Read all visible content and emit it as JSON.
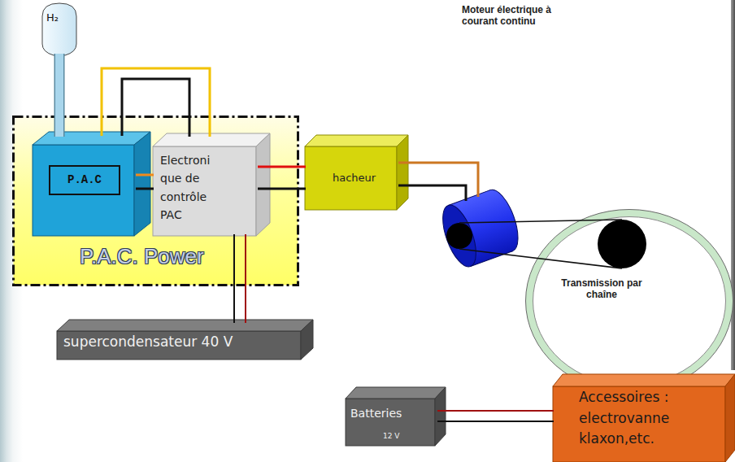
{
  "diagram": {
    "nodes": [
      {
        "text": [
          "H₂"
        ]
      },
      {
        "text": [
          "P.A.C. Power"
        ]
      },
      {
        "text": [
          "P.A.C"
        ],
        "in": 1
      },
      {
        "text": [
          "Electroni que de contrôle PAC"
        ],
        "in": 1
      },
      {
        "text": [
          "hacheur"
        ]
      },
      {
        "text": [
          "Moteur électrique à courant continu"
        ]
      },
      {
        "text": [
          "Transmission par chaîne"
        ]
      },
      {
        "text": [
          "supercondensateur 40 V"
        ]
      },
      {
        "text": [
          "Batteries",
          "12 V"
        ]
      },
      {
        "text": [
          "Accessoires : electrovanne klaxon,etc."
        ]
      }
    ],
    "edges": [
      {
        "from": 0,
        "to": 2,
        "arrow": "none"
      },
      {
        "from": 2,
        "to": 3,
        "arrow": "none"
      },
      {
        "from": 2,
        "to": 3,
        "arrow": "none"
      },
      {
        "from": 2,
        "to": 3,
        "arrow": "none"
      },
      {
        "from": 2,
        "to": 3,
        "arrow": "none"
      },
      {
        "from": 3,
        "to": 4,
        "arrow": "none"
      },
      {
        "from": 3,
        "to": 4,
        "arrow": "none"
      },
      {
        "from": 4,
        "to": 5,
        "arrow": "none"
      },
      {
        "from": 4,
        "to": 5,
        "arrow": "none"
      },
      {
        "from": 3,
        "to": 7,
        "arrow": "none"
      },
      {
        "from": 3,
        "to": 7,
        "arrow": "none"
      },
      {
        "from": 8,
        "to": 9,
        "arrow": "none"
      },
      {
        "from": 8,
        "to": 9,
        "arrow": "none"
      }
    ]
  }
}
